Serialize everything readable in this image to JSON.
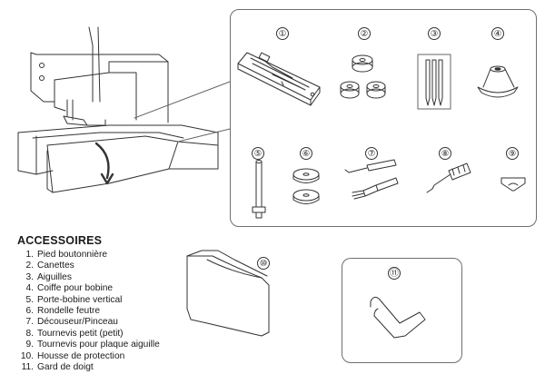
{
  "section": {
    "title": "ACCESSOIRES"
  },
  "accessories": [
    {
      "number": "1.",
      "label": "Pied boutonnière",
      "badge": "①"
    },
    {
      "number": "2.",
      "label": "Canettes",
      "badge": "②"
    },
    {
      "number": "3.",
      "label": "Aiguilles",
      "badge": "③"
    },
    {
      "number": "4.",
      "label": "Coiffe pour bobine",
      "badge": "④"
    },
    {
      "number": "5.",
      "label": "Porte-bobine vertical",
      "badge": "⑤"
    },
    {
      "number": "6.",
      "label": "Rondelle feutre",
      "badge": "⑥"
    },
    {
      "number": "7.",
      "label": "Découseur/Pinceau",
      "badge": "⑦"
    },
    {
      "number": "8.",
      "label": "Tournevis petit (petit)",
      "badge": "⑧"
    },
    {
      "number": "9.",
      "label": "Tournevis pour plaque aiguille",
      "badge": "⑨"
    },
    {
      "number": "10.",
      "label": "Housse de protection",
      "badge": "⑩"
    },
    {
      "number": "11.",
      "label": "Gard de doigt",
      "badge": "⑪"
    }
  ]
}
